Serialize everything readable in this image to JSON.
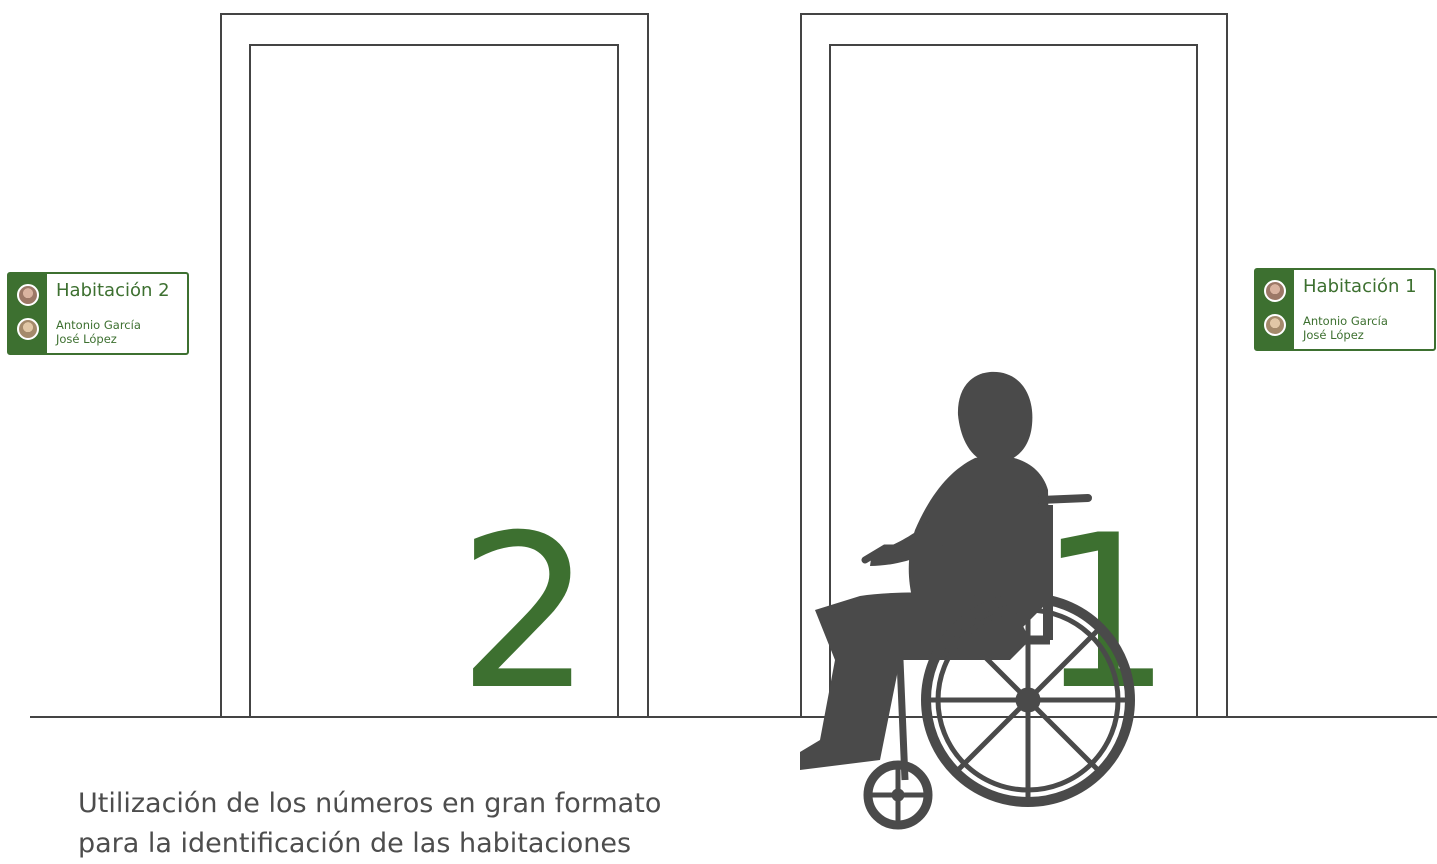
{
  "signs": [
    {
      "title": "Habitación 2",
      "names": [
        "Antonio García",
        "José López"
      ]
    },
    {
      "title": "Habitación 1",
      "names": [
        "Antonio García",
        "José López"
      ]
    }
  ],
  "doors": [
    {
      "number": "2"
    },
    {
      "number": "1"
    }
  ],
  "caption": "Utilización de los números en gran formato",
  "caption_cut": "para la identificación de las habitaciones",
  "colors": {
    "accent": "#3d7030",
    "line": "#444444",
    "silhouette": "#4a4a4a",
    "caption": "#4d4d4d"
  },
  "icons": [
    "person-photo-icon",
    "wheelchair-user-silhouette"
  ]
}
